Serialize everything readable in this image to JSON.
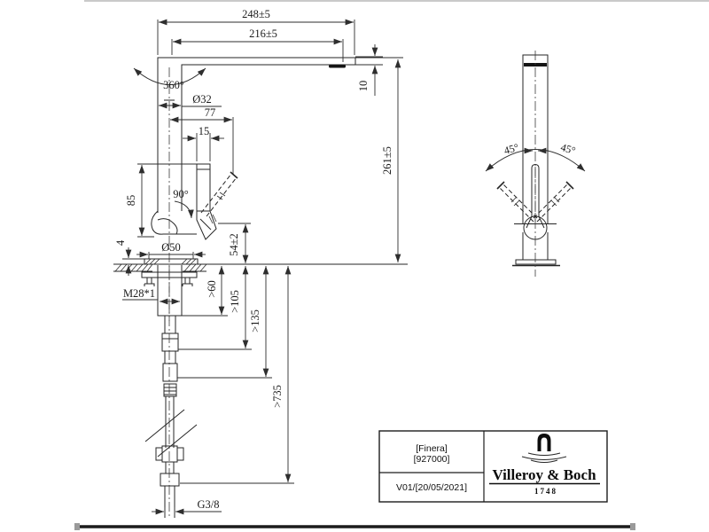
{
  "drawing": {
    "colors": {
      "ink": "#262626",
      "frame": "#1c1c1c",
      "frame_cap": "#9a9a9a"
    },
    "dims": {
      "reach_overall": "248±5",
      "reach_aerator": "216±5",
      "swivel_angle": "360°",
      "column_dia": "Ø32",
      "lever_reach": "77",
      "lever_width": "15",
      "lever_length": "85",
      "lever_open_angle": "90°",
      "base_plate_h": "4",
      "base_dia": "Ø50",
      "body_above_counter": "54±2",
      "spout_thickness": "10",
      "height_above_counter": "261±5",
      "mount_thread": "M28*1",
      "clearance_60": ">60",
      "clearance_105": ">105",
      "clearance_135": ">135",
      "hose_length": ">735",
      "supply_thread": "G3/8",
      "swing_left": "45°",
      "swing_right": "45°"
    },
    "title_block": {
      "product": "[Finera]",
      "article": "[927000]",
      "version": "V01/[20/05/2021]",
      "brand": "Villeroy & Boch",
      "since": "1748"
    }
  }
}
